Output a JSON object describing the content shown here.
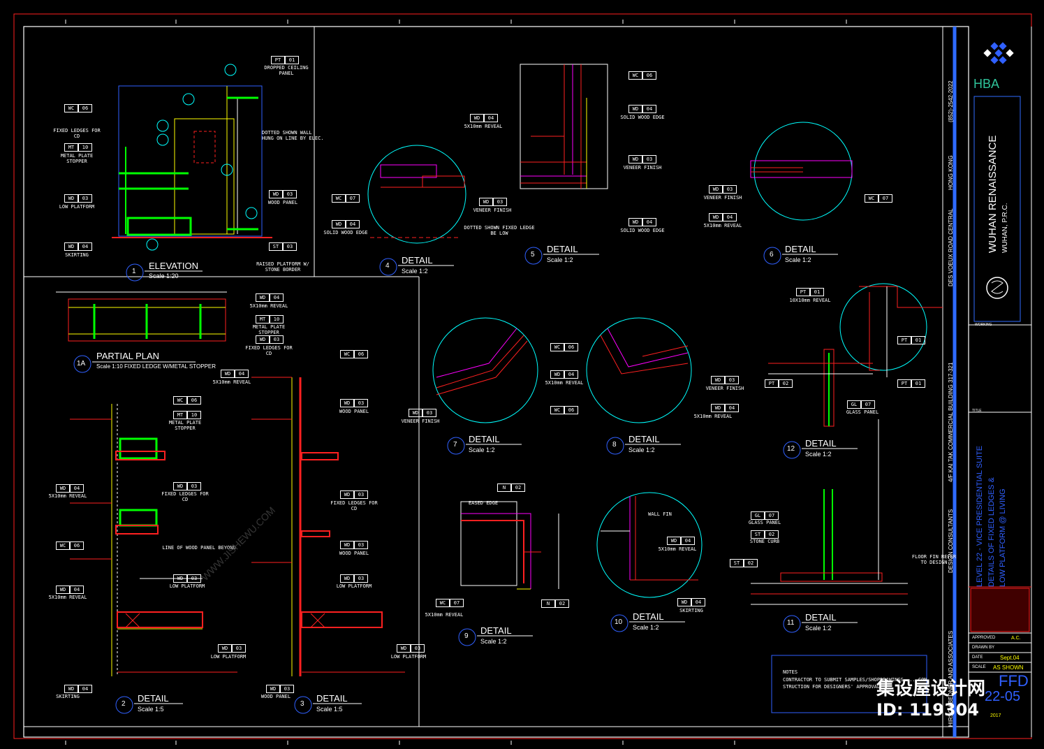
{
  "colors": {
    "background": "#000000",
    "border": "#ffffff",
    "title_text": "#ffffff",
    "tag_box": "#ffffff",
    "cyan": "#00ffff",
    "yellow": "#ffff00",
    "red": "#ff2020",
    "green": "#00ff00",
    "magenta": "#ff00ff",
    "blue": "#3060ff",
    "titleblock_blue": "#2f6bff",
    "hba_green": "#2fc39a"
  },
  "title_block": {
    "firm": "HBA",
    "project": "WUHAN RENAISSANCE",
    "location": "WUHAN, P.R.C.",
    "consultants": "DESIGN CONSULTANTS",
    "address_line1": "4/F KAI TAK COMMERCIAL BUILDING 317-321",
    "address_line2": "DES VOEUX ROAD CENTRAL",
    "city": "HONG KONG",
    "phone": "(852)-2542-2022",
    "associates": "HIRSCH BEDNER AND ASSOCIATES",
    "drawing_title_1": "LEVEL 22 - VICE PRESIDENTIAL SUITE",
    "drawing_title_2": "DETAILS OF FIXED LEDGES &",
    "drawing_title_3": "LOW PLATFORM @ LIVING",
    "approved_label": "APPROVED",
    "approved_value": "A.C.",
    "drawn_label": "DRAWN BY",
    "date_label": "DATE",
    "date_value": "Sept.04",
    "scale_label": "SCALE",
    "scale_value": "AS SHOWN",
    "sheet_prefix": "FFD",
    "sheet_no": "22-05",
    "year": "2017",
    "title_label": "TITLE",
    "working_label": "WORKING"
  },
  "notes": {
    "heading": "NOTES",
    "line1": "CONTRACTOR TO SUBMIT SAMPLES/SHOPDRAWINGS ... CON-",
    "line2": "STRUCTION FOR DESIGNERS' APPROVAL."
  },
  "watermark": {
    "brand": "集设屋设计网",
    "id_label": "ID:",
    "id_value": "119304",
    "url": "WWW.JISHEWU.COM"
  },
  "views": [
    {
      "num": "1",
      "title": "ELEVATION",
      "scale": "Scale 1:20"
    },
    {
      "num": "1A",
      "title": "PARTIAL PLAN",
      "scale": "Scale 1:10 FIXED LEDGE W/METAL STOPPER"
    },
    {
      "num": "2",
      "title": "DETAIL",
      "scale": "Scale 1:5"
    },
    {
      "num": "3",
      "title": "DETAIL",
      "scale": "Scale 1:5"
    },
    {
      "num": "4",
      "title": "DETAIL",
      "scale": "Scale 1:2"
    },
    {
      "num": "5",
      "title": "DETAIL",
      "scale": "Scale 1:2"
    },
    {
      "num": "6",
      "title": "DETAIL",
      "scale": "Scale 1:2"
    },
    {
      "num": "7",
      "title": "DETAIL",
      "scale": "Scale 1:2"
    },
    {
      "num": "8",
      "title": "DETAIL",
      "scale": "Scale 1:2"
    },
    {
      "num": "9",
      "title": "DETAIL",
      "scale": "Scale 1:2"
    },
    {
      "num": "10",
      "title": "DETAIL",
      "scale": "Scale 1:2"
    },
    {
      "num": "11",
      "title": "DETAIL",
      "scale": "Scale 1:2"
    },
    {
      "num": "12",
      "title": "DETAIL",
      "scale": "Scale 1:2"
    }
  ],
  "tags": [
    {
      "code": "PT",
      "num": "01",
      "note": "DROPPED CEILING PANEL"
    },
    {
      "code": "WC",
      "num": "06",
      "note": "FIXED LEDGES FOR CD"
    },
    {
      "code": "MT",
      "num": "10",
      "note": "METAL PLATE STOPPER"
    },
    {
      "code": "WD",
      "num": "03",
      "note": "LOW PLATFORM"
    },
    {
      "code": "WD",
      "num": "04",
      "note": "SKIRTING"
    },
    {
      "code": "WD",
      "num": "03",
      "note": "WOOD PANEL"
    },
    {
      "code": "ST",
      "num": "03",
      "note": "RAISED PLATFORM W/ STONE BORDER"
    },
    {
      "code": "WD",
      "num": "04",
      "note": "5X10mm REVEAL"
    },
    {
      "code": "WD",
      "num": "03",
      "note": "VENEER FINISH"
    },
    {
      "code": "WD",
      "num": "04",
      "note": "SOLID WOOD EDGE"
    },
    {
      "code": "WC",
      "num": "07",
      "note": ""
    },
    {
      "code": "GL",
      "num": "07",
      "note": "GLASS PANEL"
    },
    {
      "code": "ST",
      "num": "02",
      "note": "STONE CURB"
    },
    {
      "code": "N",
      "num": "02",
      "note": "EASED EDGE"
    }
  ],
  "annotations": {
    "dotted_line": "DOTTED SHOWN FIXED LEDGE BE LOW",
    "line_wood": "LINE OF WOOD PANEL BEYOND",
    "wall_fin": "WALL FIN",
    "floor_fin": "FLOOR FIN REFER TO DESIGN",
    "reveal_10x10": "10X10mm REVEAL",
    "dotted_showwall": "DOTTED SHOWN WALL HUNG ON LINE BY ELEC."
  }
}
